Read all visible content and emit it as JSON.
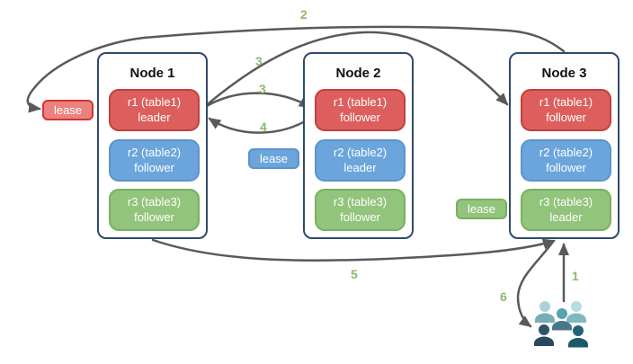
{
  "diagram": {
    "nodes": [
      {
        "title": "Node 1",
        "ranges": [
          {
            "line1": "r1 (table1)",
            "line2": "leader",
            "color": "red"
          },
          {
            "line1": "r2 (table2)",
            "line2": "follower",
            "color": "blue"
          },
          {
            "line1": "r3 (table3)",
            "line2": "follower",
            "color": "green"
          }
        ]
      },
      {
        "title": "Node 2",
        "ranges": [
          {
            "line1": "r1 (table1)",
            "line2": "follower",
            "color": "red"
          },
          {
            "line1": "r2 (table2)",
            "line2": "leader",
            "color": "blue"
          },
          {
            "line1": "r3 (table3)",
            "line2": "follower",
            "color": "green"
          }
        ]
      },
      {
        "title": "Node 3",
        "ranges": [
          {
            "line1": "r1 (table1)",
            "line2": "follower",
            "color": "red"
          },
          {
            "line1": "r2 (table2)",
            "line2": "follower",
            "color": "blue"
          },
          {
            "line1": "r3 (table3)",
            "line2": "leader",
            "color": "green"
          }
        ]
      }
    ],
    "leases": [
      {
        "label": "lease",
        "color": "red"
      },
      {
        "label": "lease",
        "color": "blue"
      },
      {
        "label": "lease",
        "color": "green"
      }
    ],
    "step_labels": {
      "s1": "1",
      "s2": "2",
      "s3a": "3",
      "s3b": "3",
      "s4": "4",
      "s5": "5",
      "s6": "6"
    },
    "colors": {
      "red_fill": "#dd5f5d",
      "red_border": "#c0403c",
      "blue_fill": "#6ba5dc",
      "blue_border": "#5a94cf",
      "green_fill": "#92c47c",
      "green_border": "#7ab061",
      "node_border": "#2e4a6b",
      "arrow": "#595959",
      "step_label": "#8abb6c",
      "users_light_teal": "#a9d3d8",
      "users_mid_teal": "#57a3b0",
      "users_dark_slate": "#2e5268",
      "users_dark_teal": "#20657a"
    }
  }
}
